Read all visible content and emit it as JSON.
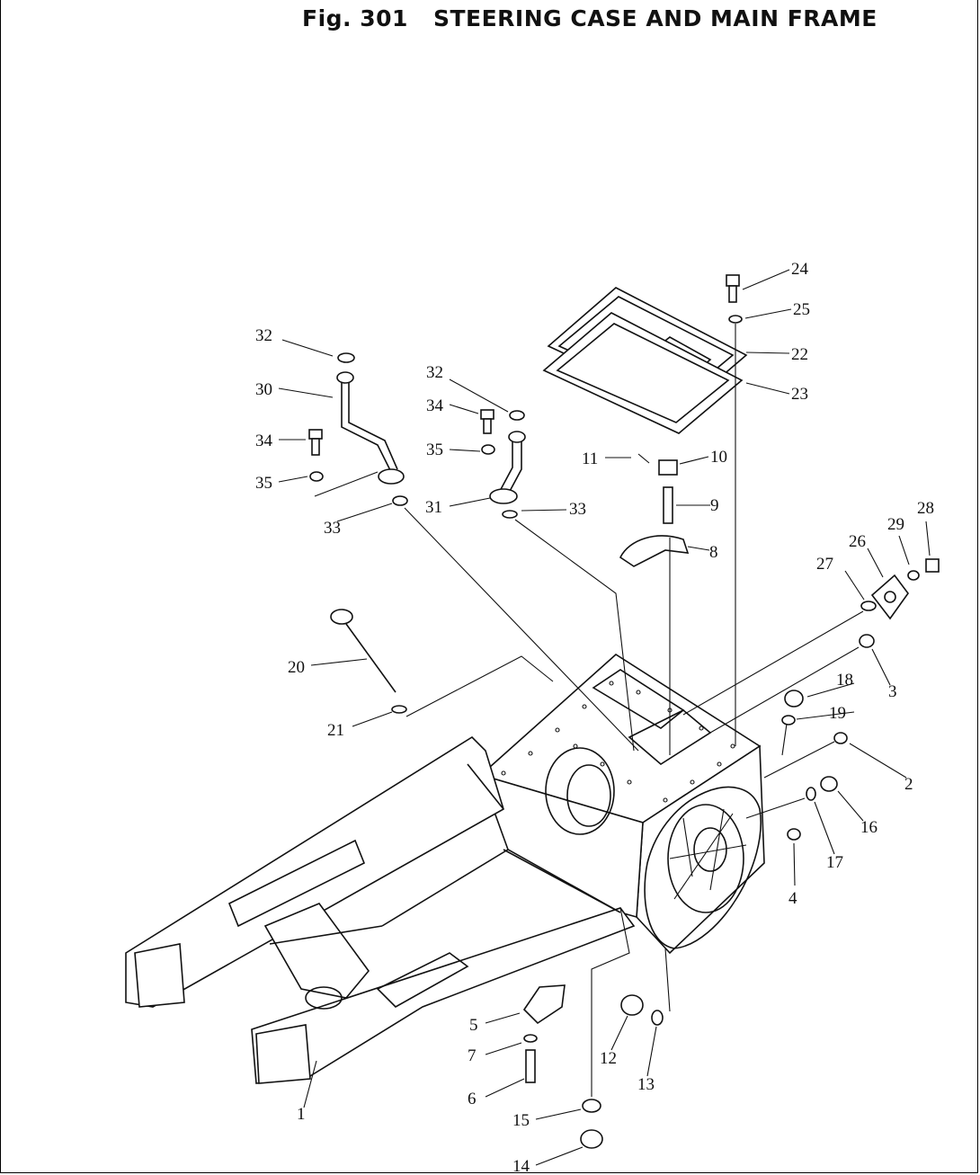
{
  "figure": {
    "number": "Fig. 301",
    "title": "STEERING CASE AND MAIN FRAME"
  },
  "callouts": [
    "1",
    "2",
    "3",
    "4",
    "5",
    "6",
    "7",
    "8",
    "9",
    "10",
    "11",
    "12",
    "13",
    "14",
    "15",
    "16",
    "17",
    "18",
    "19",
    "20",
    "21",
    "22",
    "23",
    "24",
    "25",
    "26",
    "27",
    "28",
    "29",
    "30",
    "31",
    "32",
    "32",
    "33",
    "33",
    "34",
    "34",
    "35",
    "35"
  ]
}
